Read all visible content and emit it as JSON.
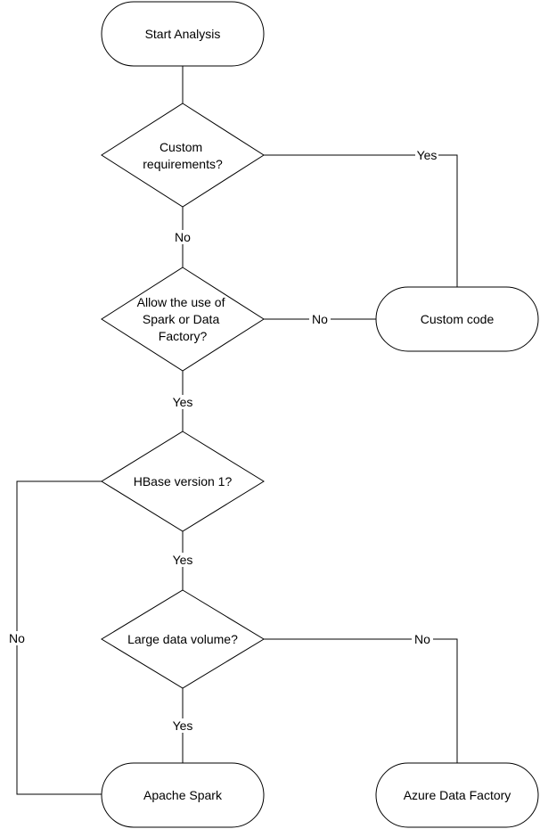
{
  "nodes": {
    "start": [
      "Start Analysis"
    ],
    "custom_req": [
      "Custom",
      "requirements?"
    ],
    "allow_spark": [
      "Allow the use of",
      "Spark or Data",
      "Factory?"
    ],
    "custom_code": [
      "Custom code"
    ],
    "hbase": [
      "HBase version 1?"
    ],
    "large_data": [
      "Large data volume?"
    ],
    "apache_spark": [
      "Apache Spark"
    ],
    "azure_df": [
      "Azure Data Factory"
    ]
  },
  "edges": {
    "custom_req_yes": "Yes",
    "custom_req_no": "No",
    "allow_spark_no": "No",
    "allow_spark_yes": "Yes",
    "hbase_yes": "Yes",
    "hbase_no": "No",
    "large_data_no": "No",
    "large_data_yes": "Yes"
  },
  "colors": {
    "stroke": "#000000",
    "fill": "#ffffff",
    "text": "#000000"
  }
}
